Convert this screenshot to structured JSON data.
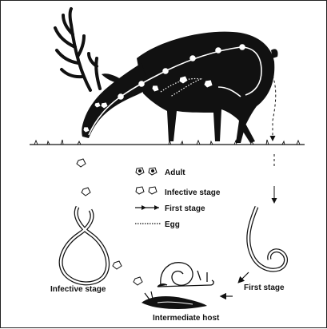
{
  "legend": {
    "adult": "Adult",
    "infective_stage": "Infective stage",
    "first_stage": "First stage",
    "egg": "Egg"
  },
  "labels": {
    "infective_stage": "Infective stage",
    "first_stage": "First stage",
    "intermediate_host": "Intermediate host"
  },
  "colors": {
    "ink": "#111111",
    "paper": "#ffffff"
  }
}
